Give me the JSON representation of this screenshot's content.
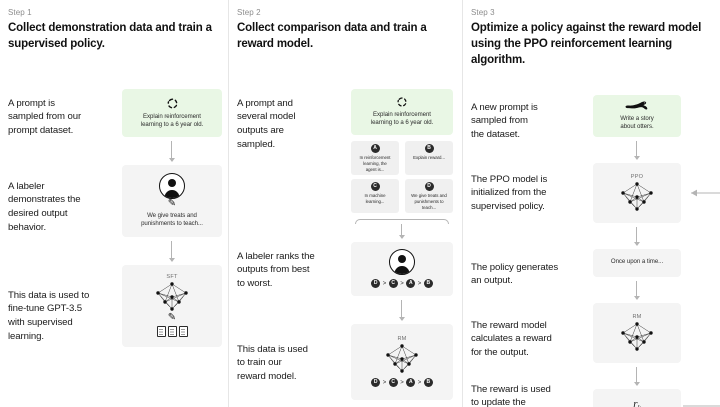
{
  "colors": {
    "prompt_green": "#e9f7e5",
    "node_gray": "#f4f4f4",
    "arrow_gray": "#b4b4b4",
    "text": "#1a1a1a",
    "muted": "#8c8c8c"
  },
  "steps": [
    {
      "label": "Step 1",
      "title": "Collect demonstration data\nand train a supervised policy.",
      "captions": [
        "A prompt is\nsampled from our\nprompt dataset.",
        "A labeler\ndemonstrates the\ndesired output\nbehavior.",
        "This data is used to\nfine-tune GPT-3.5\nwith supervised\nlearning."
      ],
      "nodes": {
        "prompt": {
          "icon": "recycle-icon",
          "text": "Explain reinforcement\nlearning to a 6 year old."
        },
        "labeler": {
          "icon": "person-icon",
          "pen": "pen-icon",
          "text": "We give treats and\npunishments to teach..."
        },
        "sft": {
          "label": "SFT",
          "icon": "neural-network-icon",
          "pen": "pen-icon",
          "docs": "documents-icon"
        }
      }
    },
    {
      "label": "Step 2",
      "title": "Collect comparison data and\ntrain a reward model.",
      "captions": [
        "A prompt and\nseveral model\noutputs are\nsampled.",
        "A labeler ranks the\noutputs from best\nto worst.",
        "This data is used\nto train our\nreward model."
      ],
      "nodes": {
        "prompt": {
          "icon": "recycle-icon",
          "text": "Explain reinforcement\nlearning to a 6 year old."
        },
        "outputs": [
          {
            "letter": "A",
            "text": "In reinforcement\nlearning, the\nagent is..."
          },
          {
            "letter": "B",
            "text": "Explain reward..."
          },
          {
            "letter": "C",
            "text": "In machine\nlearning..."
          },
          {
            "letter": "D",
            "text": "We give treats and\npunishments to\nteach..."
          }
        ],
        "ranker": {
          "icon": "person-icon",
          "ranking": [
            "D",
            "C",
            "A",
            "B"
          ],
          "separator": ">"
        },
        "rm": {
          "label": "RM",
          "icon": "neural-network-icon",
          "ranking": [
            "D",
            "C",
            "A",
            "B"
          ],
          "separator": ">"
        }
      }
    },
    {
      "label": "Step 3",
      "title": "Optimize a policy against the\nreward model using the PPO\nreinforcement learning algorithm.",
      "captions": [
        "A new prompt is\nsampled from\nthe dataset.",
        "The PPO model is\ninitialized from the\nsupervised policy.",
        "The policy generates\nan output.",
        "The reward model\ncalculates a reward\nfor the output.",
        "The reward is used\nto update the\npolicy using PPO."
      ],
      "nodes": {
        "prompt": {
          "icon": "otter-icon",
          "text": "Write a story\nabout otters."
        },
        "ppo": {
          "label": "PPO",
          "icon": "neural-network-icon"
        },
        "output": {
          "text": "Once upon a time..."
        },
        "rm": {
          "label": "RM",
          "icon": "neural-network-icon"
        },
        "reward": {
          "symbol": "r",
          "subscript": "k"
        }
      }
    }
  ]
}
